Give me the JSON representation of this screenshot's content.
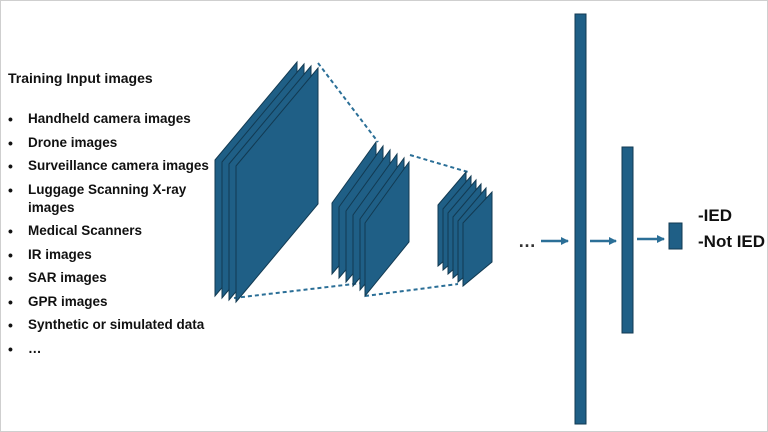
{
  "input_panel": {
    "title": "Training Input images",
    "items": [
      "Handheld camera images",
      "Drone images",
      "Surveillance camera images",
      "Luggage Scanning X-ray images",
      "Medical Scanners",
      "IR images",
      "SAR images",
      "GPR images",
      "Synthetic or simulated data",
      "…"
    ]
  },
  "network": {
    "ellipsis": "…",
    "layer_color": "#1f5f86",
    "edge_color": "#123a52",
    "arrow_color": "#2b6f97"
  },
  "outputs": {
    "labels": [
      "-IED",
      "-Not IED"
    ]
  }
}
